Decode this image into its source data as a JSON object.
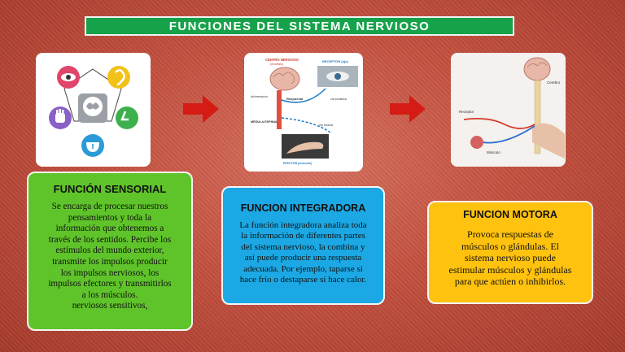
{
  "title": "FUNCIONES DEL SISTEMA NERVIOSO",
  "diagram2": {
    "centro": "CENTRO NERVIOSO",
    "centro_sub": "(encéfalo)",
    "receptor": "RECEPTOR (ojo)",
    "informacion": "Información",
    "respuesta": "Respuesta",
    "via_sensitiva": "vía sensitiva",
    "medula": "MÉDULA ESPINAL",
    "via_motora": "vía motora",
    "efector": "EFECTOR (músculo)"
  },
  "diagram3": {
    "cerebro": "Cerebro",
    "receptor": "Receptor",
    "musculo": "Músculo"
  },
  "boxes": {
    "sensorial": {
      "title": "FUNCIÓN SENSORIAL",
      "lines": [
        "Se encarga de procesar nuestros",
        "pensamientos y toda la",
        "información que obtenemos a",
        "través de los sentidos. Percibe los",
        "estímulos del mundo exterior,",
        "transmite los impulsos producir",
        "los impulsos nerviosos, los",
        "impulsos efectores y transmitirlos",
        "a los músculos.",
        "nerviosos sensitivos,"
      ]
    },
    "integradora": {
      "title": "FUNCION INTEGRADORA",
      "lines": [
        "La función integradora analiza toda",
        "la información de diferentes partes",
        "del sistema nervioso, la combina y",
        "así puede producir una respuesta",
        "adecuada. Por ejemplo, taparse si",
        "hace frío o destaparse si hace calor."
      ]
    },
    "motora": {
      "title": "FUNCION MOTORA",
      "lines": [
        "Provoca respuestas de",
        "músculos o glándulas. El",
        "sistema nervioso puede",
        "estimular músculos y glándulas",
        "para que actúen o inhibirlos."
      ]
    }
  },
  "colors": {
    "title_green": "#16a24a",
    "sensorial_green": "#5fc42a",
    "integradora_blue": "#1ba8e4",
    "motora_yellow": "#ffc20e",
    "arrow_red": "#d41c14"
  }
}
